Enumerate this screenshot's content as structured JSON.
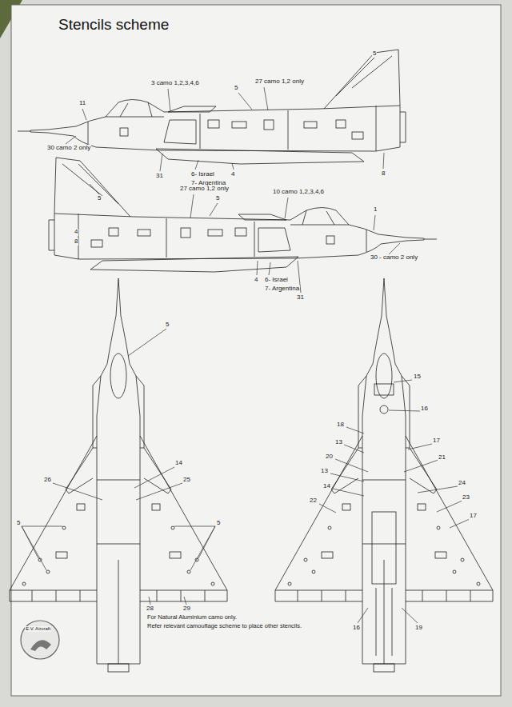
{
  "diagram": {
    "title": "Stencils scheme",
    "labels": [
      "11",
      "30 camo 2 only",
      "3 camo 1,2,3,4,6",
      "5",
      "27 camo 1,2 only",
      "5",
      "31",
      "6- Israel",
      "7- Argentina",
      "4",
      "8",
      "5",
      "27 camo 1,2 only",
      "5",
      "10 camo 1,2,3,4,6",
      "1",
      "4",
      "8",
      "4",
      "6- Israel",
      "7- Argentina",
      "31",
      "30 - camo 2 only",
      "5",
      "14",
      "26",
      "25",
      "5",
      "5",
      "28",
      "29",
      "For Natural Aluminium camo only.",
      "Refer relevant camouflage scheme to place other stencils.",
      "15",
      "16",
      "18",
      "17",
      "13",
      "20",
      "21",
      "13",
      "24",
      "14",
      "22",
      "23",
      "17",
      "16",
      "19",
      "E.V. Aircraft"
    ]
  }
}
